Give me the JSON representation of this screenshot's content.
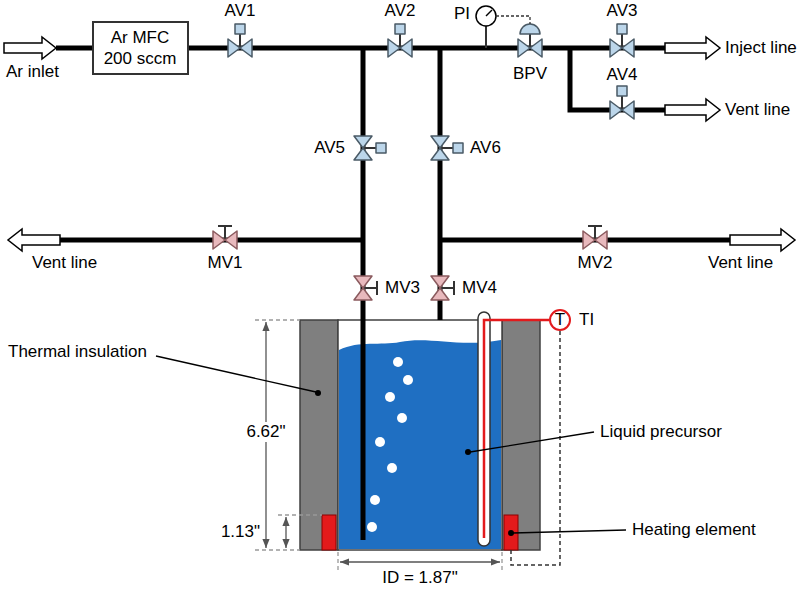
{
  "diagram": {
    "nodes": [
      {
        "text": [
          "Ar MFC",
          "200 sccm"
        ]
      },
      {
        "text": [
          "T",
          "TI"
        ]
      }
    ],
    "labels": [
      "Ar inlet",
      "AV1",
      "AV2",
      "PI",
      "BPV",
      "AV3",
      "Inject line",
      "AV4",
      "Vent line",
      "AV5",
      "AV6",
      "Vent line",
      "MV1",
      "MV2",
      "Vent line",
      "MV3",
      "MV4",
      "Thermal insulation",
      "Liquid precursor",
      "Heating element",
      "6.62\"",
      "1.13\"",
      "ID = 1.87\""
    ]
  }
}
